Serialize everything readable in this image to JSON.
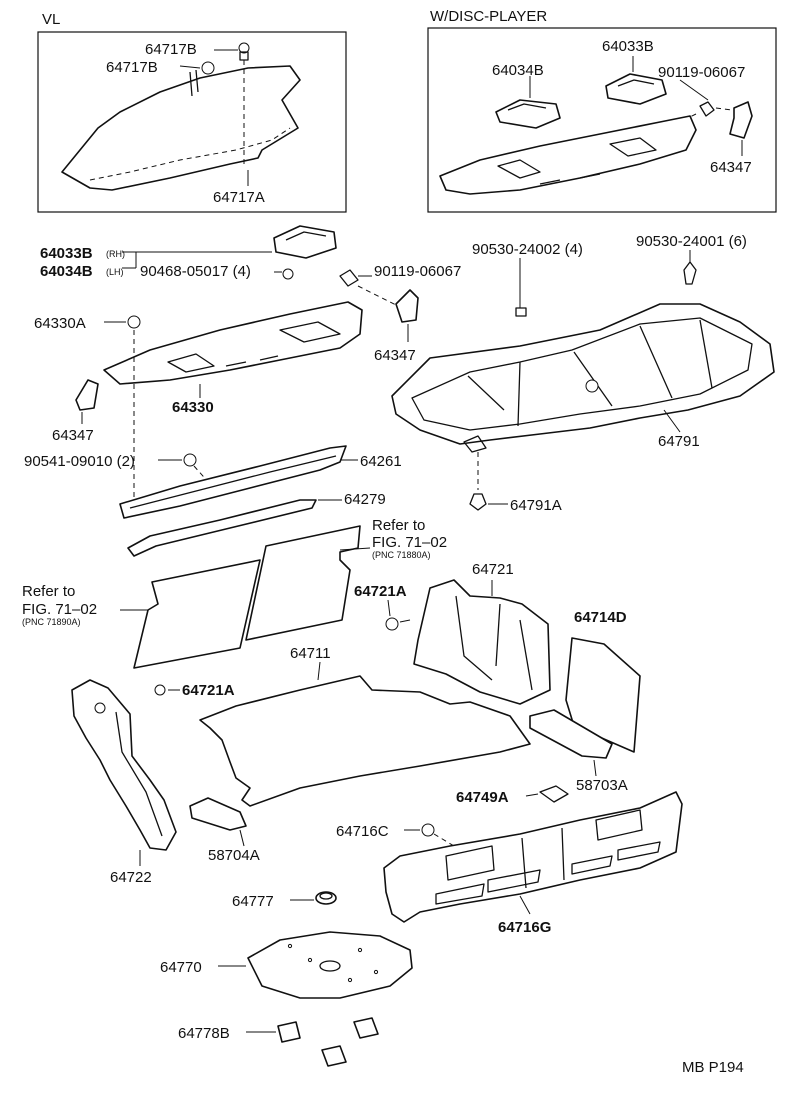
{
  "sections": {
    "vl_title": "VL",
    "disc_title": "W/DISC-PLAYER"
  },
  "labels": {
    "l_64717B_1": "64717B",
    "l_64717B_2": "64717B",
    "l_64717A": "64717A",
    "l_64033B_d": "64033B",
    "l_64034B_d": "64034B",
    "l_90119_d": "90119-06067",
    "l_64347_d": "64347",
    "l_64033B_rh": "64033B",
    "l_rh": "(RH)",
    "l_64034B_lh": "64034B",
    "l_lh": "(LH)",
    "l_90468": "90468-05017 (4)",
    "l_90119": "90119-06067",
    "l_90530_24002": "90530-24002 (4)",
    "l_90530_24001": "90530-24001 (6)",
    "l_64330A": "64330A",
    "l_64347_a": "64347",
    "l_64330": "64330",
    "l_64347_b": "64347",
    "l_64791": "64791",
    "l_90541": "90541-09010 (2)",
    "l_64261": "64261",
    "l_64279": "64279",
    "l_64791A": "64791A",
    "l_refer_r1": "Refer to",
    "l_refer_r2": "FIG. 71–02",
    "l_refer_r3": "(PNC 71880A)",
    "l_refer_l1": "Refer to",
    "l_refer_l2": "FIG. 71–02",
    "l_refer_l3": "(PNC 71890A)",
    "l_64721A_1": "64721A",
    "l_64721": "64721",
    "l_64714D": "64714D",
    "l_64711": "64711",
    "l_64721A_2": "64721A",
    "l_64749A": "64749A",
    "l_58703A": "58703A",
    "l_64716C": "64716C",
    "l_58704A": "58704A",
    "l_64722": "64722",
    "l_64777": "64777",
    "l_64716G": "64716G",
    "l_64770": "64770",
    "l_64778B": "64778B",
    "l_code": "MB P194"
  }
}
